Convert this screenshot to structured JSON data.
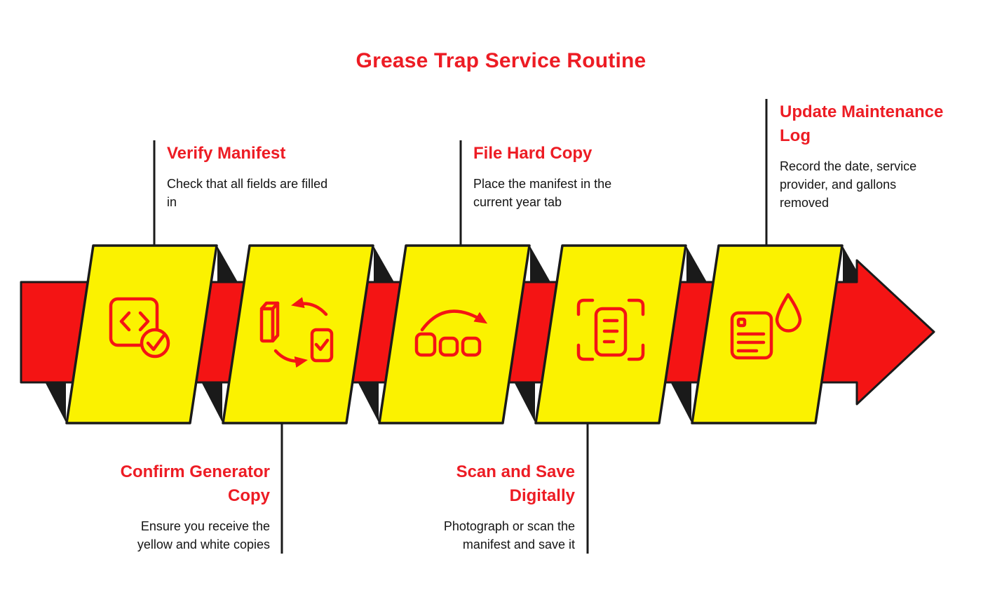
{
  "title": "Grease Trap Service Routine",
  "colors": {
    "title_red": "#ED1C24",
    "arrow_red": "#F41414",
    "icon_red": "#F41414",
    "panel_yellow": "#FBF200",
    "outline_black": "#1A1A1A"
  },
  "steps": [
    {
      "heading": "Verify Manifest",
      "description": "Check that all fields are filled in",
      "icon": "document-check-icon",
      "label_position": "above"
    },
    {
      "heading": "Confirm Generator Copy",
      "description": "Ensure you receive the yellow and white copies",
      "icon": "copies-exchange-icon",
      "label_position": "below"
    },
    {
      "heading": "File Hard Copy",
      "description": "Place the manifest in the current year tab",
      "icon": "file-folders-icon",
      "label_position": "above"
    },
    {
      "heading": "Scan and Save Digitally",
      "description": "Photograph or scan the manifest and save it",
      "icon": "scan-document-icon",
      "label_position": "below"
    },
    {
      "heading": "Update Maintenance Log",
      "description": "Record the date, service provider, and gallons removed",
      "icon": "log-water-drop-icon",
      "label_position": "above"
    }
  ]
}
